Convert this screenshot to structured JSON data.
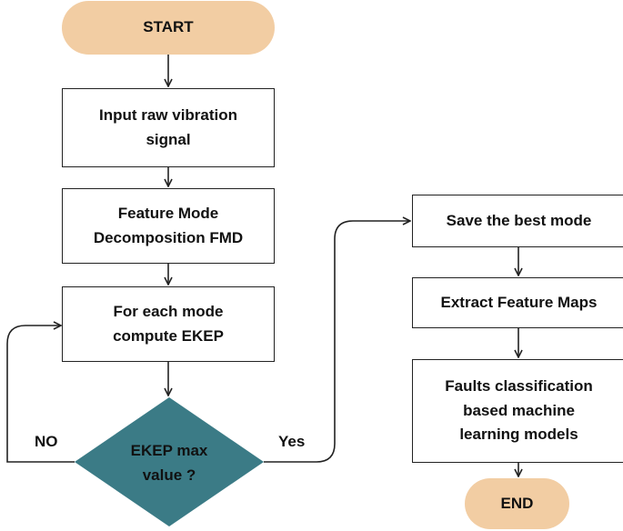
{
  "colors": {
    "terminal": "#f2cda3",
    "decision": "#3b7b86",
    "line": "#222222"
  },
  "nodes": {
    "start": "START",
    "input_l1": "Input raw vibration",
    "input_l2": "signal",
    "fmd_l1": "Feature Mode",
    "fmd_l2": "Decomposition FMD",
    "ekep_l1": "For each mode",
    "ekep_l2": "compute EKEP",
    "decision_l1": "EKEP max",
    "decision_l2": "value ?",
    "save": "Save the best mode",
    "extract": "Extract Feature Maps",
    "faults_l1": "Faults classification",
    "faults_l2": "based machine",
    "faults_l3": "learning models",
    "end": "END"
  },
  "labels": {
    "no": "NO",
    "yes": "Yes"
  }
}
